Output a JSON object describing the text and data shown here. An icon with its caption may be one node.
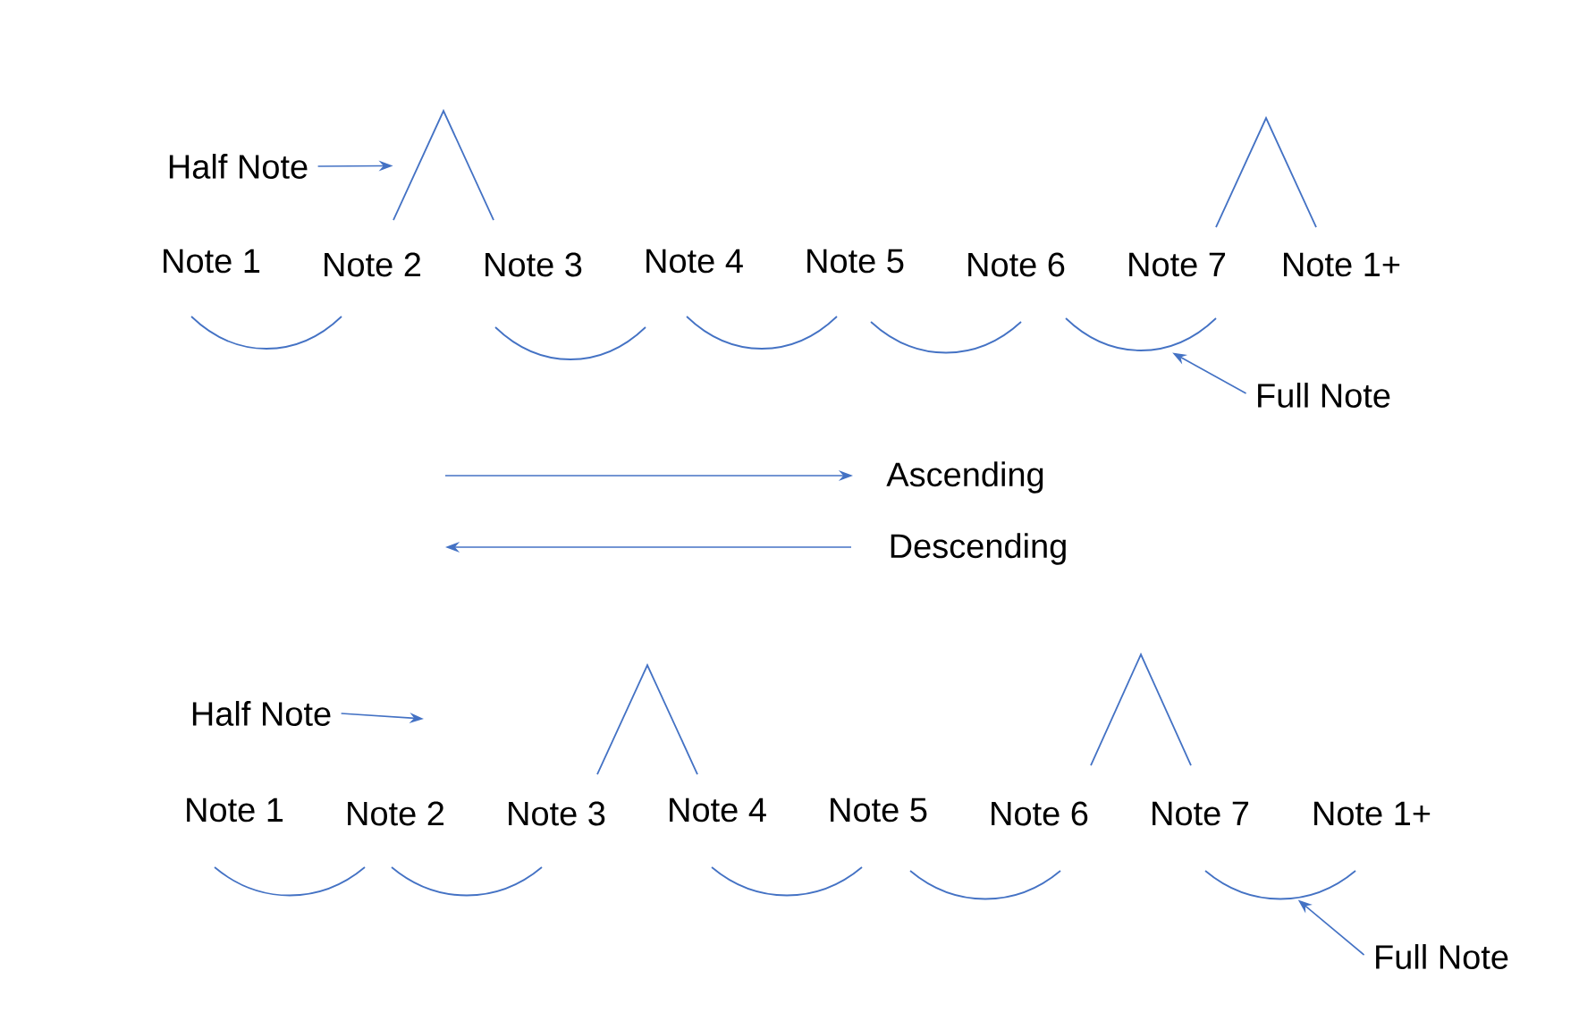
{
  "diagram": {
    "nodes": [
      {
        "text": [
          "Half Note"
        ]
      },
      {
        "text": [
          "Full Note"
        ]
      },
      {
        "text": [
          "Half Note"
        ]
      },
      {
        "text": [
          "Full Note"
        ]
      },
      {
        "text": [],
        "shape": "caret"
      },
      {
        "text": [],
        "shape": "arc"
      },
      {
        "text": [],
        "shape": "arc"
      }
    ],
    "edges": [
      {
        "from": 0,
        "to": 4,
        "arrow": "to"
      },
      {
        "from": 1,
        "to": 5,
        "arrow": "to"
      },
      {
        "from": 2,
        "to": null,
        "arrow": "to"
      },
      {
        "from": 3,
        "to": 6,
        "arrow": "to"
      }
    ],
    "labels": [
      "Note 1",
      "Note 2",
      "Note 3",
      "Note 4",
      "Note 5",
      "Note 6",
      "Note 7",
      "Note 1+",
      "Ascending",
      "Descending",
      "Note 1",
      "Note 2",
      "Note 3",
      "Note 4",
      "Note 5",
      "Note 6",
      "Note 7",
      "Note 1+"
    ]
  }
}
